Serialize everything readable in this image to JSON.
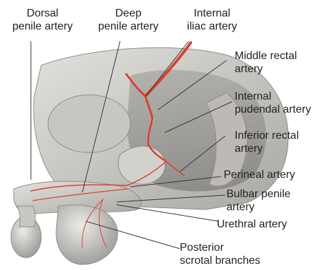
{
  "labels": {
    "dorsal_penile_artery": [
      "Dorsal",
      "penile artery"
    ],
    "deep_penile_artery": [
      "Deep",
      "penile artery"
    ],
    "internal_iliac_artery": [
      "Internal",
      "iliac artery"
    ],
    "middle_rectal_artery": [
      "Middle rectal",
      "artery"
    ],
    "internal_pudendal_artery": [
      "Internal",
      "pudendal artery"
    ],
    "inferior_rectal_artery": [
      "Inferior rectal",
      "artery"
    ],
    "perineal_artery": [
      "Perineal artery"
    ],
    "bulbar_penile_artery": [
      "Bulbar penile",
      "artery"
    ],
    "urethral_artery": [
      "Urethral artery"
    ],
    "posterior_scrotal_branches": [
      "Posterior",
      "scrotal branches"
    ]
  },
  "colors": {
    "artery": "#d8412f",
    "tissue_light": "#d9d7d3",
    "tissue_mid": "#b9b7b2",
    "tissue_dark": "#8e8c88",
    "leader_line": "#333333"
  }
}
